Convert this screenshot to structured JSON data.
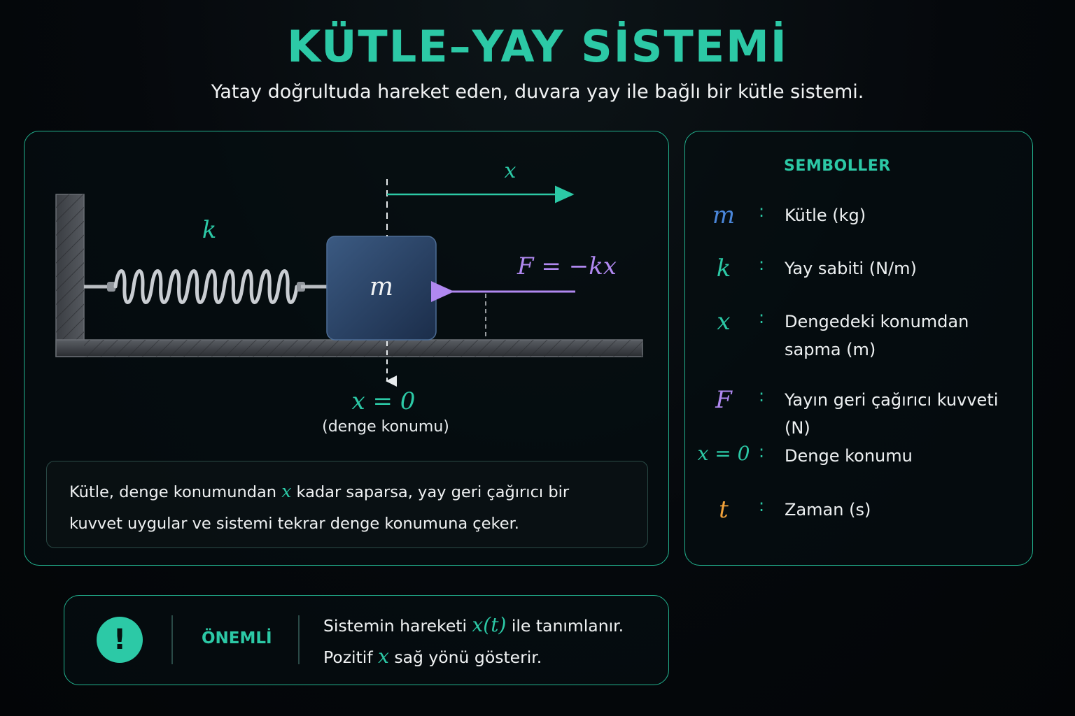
{
  "header": {
    "title": "KÜTLE–YAY SİSTEMİ",
    "subtitle": "Yatay doğrultuda hareket eden, duvara yay ile bağlı bir kütle sistemi."
  },
  "diagram": {
    "spring_label": "k",
    "mass_label": "m",
    "displacement_label": "x",
    "force_label": "F = −kx",
    "equilibrium_label": "x = 0",
    "equilibrium_caption": "(denge konumu)",
    "explanation": {
      "before": "Kütle, denge konumundan ",
      "symbol": "x",
      "after": " kadar saparsa, yay geri çağırıcı bir kuvvet uygular ve sistemi tekrar denge konumuna çeker."
    }
  },
  "symbols": {
    "heading": "SEMBOLLER",
    "items": [
      {
        "symbol": "m",
        "colon": ":",
        "description": "Kütle (kg)",
        "color": "#4a86d9"
      },
      {
        "symbol": "k",
        "colon": ":",
        "description": "Yay sabiti (N/m)",
        "color": "#2cc9a6"
      },
      {
        "symbol": "x",
        "colon": ":",
        "description": "Dengedeki konumdan sapma (m)",
        "color": "#2cc9a6"
      },
      {
        "symbol": "F",
        "colon": ":",
        "description": "Yayın geri çağırıcı kuvveti (N)",
        "color": "#b088f0"
      },
      {
        "symbol": "x = 0",
        "colon": ":",
        "description": "Denge konumu",
        "color": "#2cc9a6"
      },
      {
        "symbol": "t",
        "colon": ":",
        "description": "Zaman (s)",
        "color": "#f2a23a"
      }
    ]
  },
  "note": {
    "icon": "exclamation-icon",
    "label": "ÖNEMLİ",
    "line1_before": "Sistemin hareketi ",
    "line1_symbol": "x(t)",
    "line1_after": " ile tanımlanır.",
    "line2_before": "Pozitif ",
    "line2_symbol": "x",
    "line2_after": " sağ yönü gösterir."
  },
  "colors": {
    "accent": "#2cc9a6",
    "mass_symbol": "#4a86d9",
    "force": "#b088f0",
    "time": "#f2a23a",
    "background": "#05080c"
  }
}
